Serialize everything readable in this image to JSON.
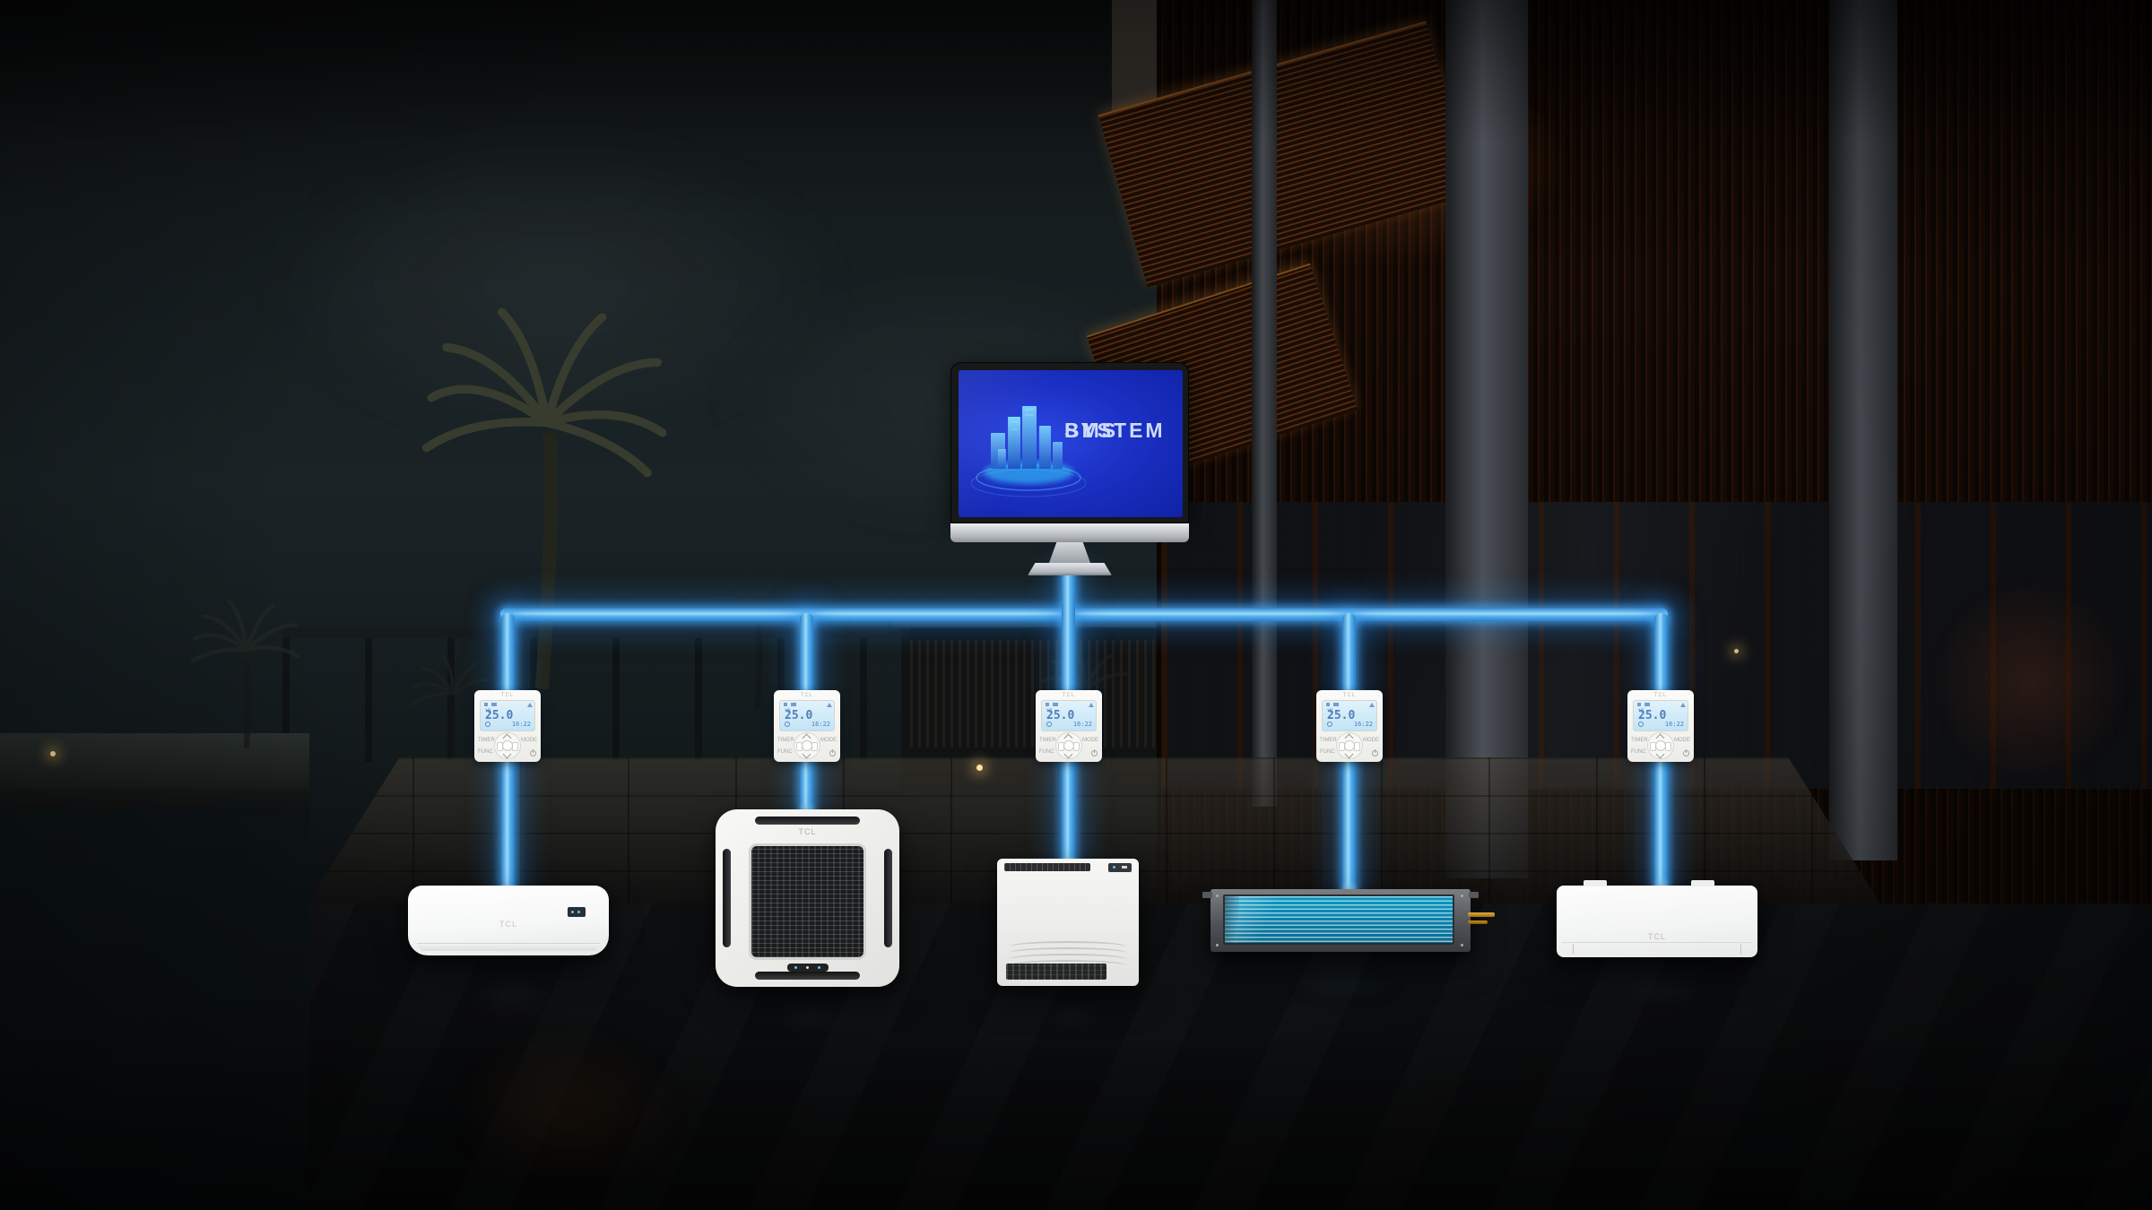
{
  "monitor": {
    "line1": "BMS",
    "line2": "SYSTEM"
  },
  "thermostat": {
    "brand": "TCL",
    "labels": {
      "timer": "TIMER",
      "func": "FUNC",
      "mode": "MODE"
    },
    "lcd": {
      "temp": "25.0",
      "unit": "°C",
      "time": "16:22"
    }
  },
  "units": {
    "wall_a_brand": "TCL",
    "cassette_brand": "TCL",
    "wall_b_brand": "TCL"
  },
  "colors": {
    "line_blue": "#5ab6f2",
    "screen_blue": "#1b2fc2",
    "lcd_blue": "#c2e4f6",
    "coil_teal": "#12a9d6",
    "pipe_gold": "#c8921f"
  }
}
